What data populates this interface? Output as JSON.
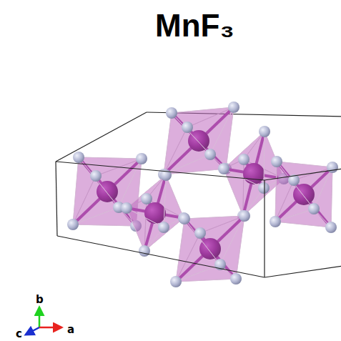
{
  "diagram": {
    "title": "MnF₃",
    "labels": [
      "b",
      "a",
      "c"
    ]
  }
}
